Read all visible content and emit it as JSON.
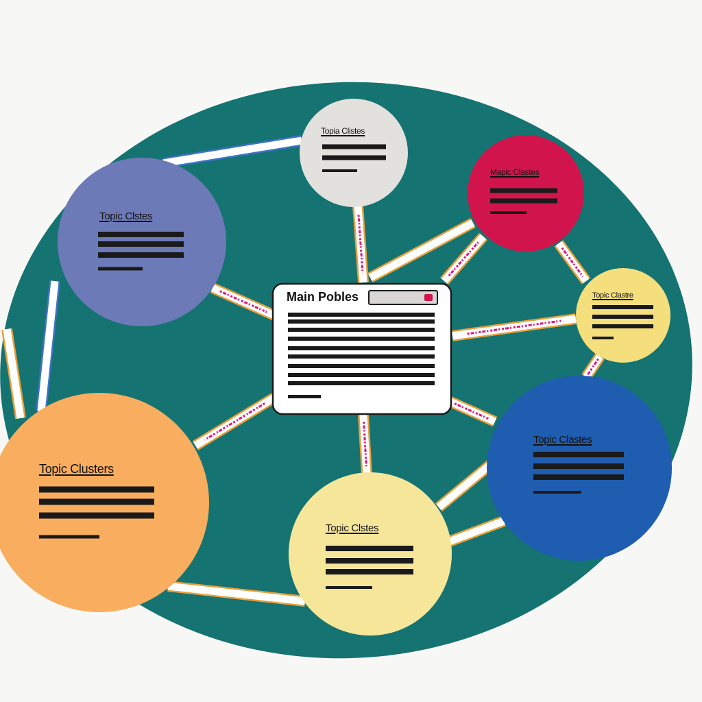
{
  "colors": {
    "background": "#f7f8f5",
    "blob": "#157371",
    "purple": "#6c7ab8",
    "light_gray": "#e2e1dd",
    "crimson": "#d2144c",
    "yellow": "#f4df7c",
    "orange": "#f9ad5e",
    "pale_yellow": "#f6e69a",
    "blue": "#1f5db0",
    "connector_fill": "#ffffff",
    "connector_edge_orange": "#e8a03c",
    "connector_edge_blue": "#3f72c8",
    "connector_text": "#e0157e",
    "text_line": "#1a1a1a"
  },
  "diagram": {
    "main_page": {
      "title": "Main Pobles"
    },
    "nodes": [
      {
        "id": "node-purple",
        "title": "Topic Clstes"
      },
      {
        "id": "node-gray",
        "title": "Topia Clistes"
      },
      {
        "id": "node-crimson",
        "title": "Mapic Clastes"
      },
      {
        "id": "node-yellow",
        "title": "Topic Clastre"
      },
      {
        "id": "node-orange",
        "title": "Topic Clusters"
      },
      {
        "id": "node-pale-yellow",
        "title": "Topic Clstes"
      },
      {
        "id": "node-blue",
        "title": "Topic Clastes"
      }
    ]
  }
}
